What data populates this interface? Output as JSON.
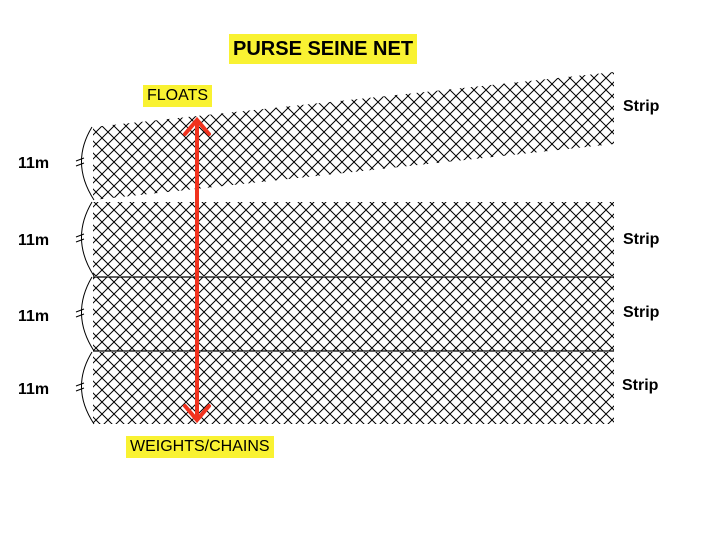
{
  "title": "PURSE SEINE NET",
  "top_label": "FLOATS",
  "bottom_label": "WEIGHTS/CHAINS",
  "strips": [
    {
      "height_label": "11m",
      "label": "Strip"
    },
    {
      "height_label": "11m",
      "label": "Strip"
    },
    {
      "height_label": "11m",
      "label": "Strip"
    },
    {
      "height_label": "11m",
      "label": "Strip"
    }
  ],
  "colors": {
    "highlight": "#f9f232",
    "arrow": "#f0321e",
    "mesh": "#000000"
  }
}
